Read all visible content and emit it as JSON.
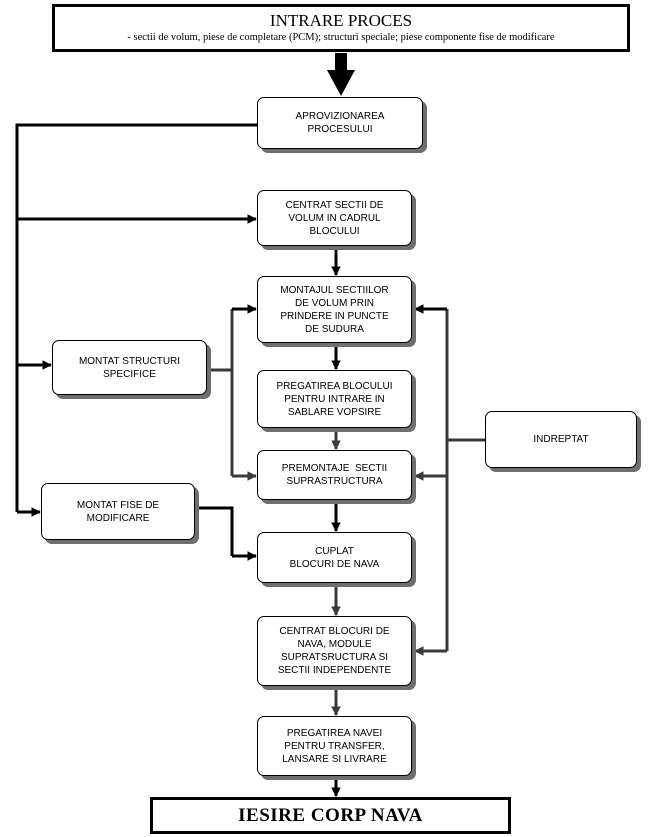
{
  "input": {
    "title": "INTRARE PROCES",
    "subtitle": "- sectii de volum, piese de completare (PCM); structuri speciale; piese componente fise de modificare"
  },
  "output": {
    "title": "IESIRE CORP NAVA"
  },
  "nodes": {
    "aprovizionare": [
      "APROVIZIONAREA",
      "PROCESULUI"
    ],
    "centrat_sectii": [
      "CENTRAT SECTII DE",
      "VOLUM IN CADRUL",
      "BLOCULUI"
    ],
    "montaj_sectii": [
      "MONTAJUL SECTIILOR",
      "DE VOLUM PRIN",
      "PRINDERE IN PUNCTE",
      "DE SUDURA"
    ],
    "pregatire_bloc": [
      "PREGATIREA BLOCULUI",
      "PENTRU INTRARE IN",
      "SABLARE VOPSIRE"
    ],
    "premontaj": [
      "PREMONTAJE  SECTII",
      "SUPRASTRUCTURA"
    ],
    "cuplat": [
      "CUPLAT",
      "BLOCURI DE NAVA"
    ],
    "centrat_blocuri": [
      "CENTRAT BLOCURI DE",
      "NAVA, MODULE",
      "SUPRATSRUCTURA SI",
      "SECTII INDEPENDENTE"
    ],
    "pregatire_nava": [
      "PREGATIREA NAVEI",
      "PENTRU TRANSFER,",
      "LANSARE SI LIVRARE"
    ],
    "structuri": [
      "MONTAT STRUCTURI",
      "SPECIFICE"
    ],
    "fise": [
      "MONTAT FISE DE",
      "MODIFICARE"
    ],
    "indreptat": [
      "INDREPTAT"
    ]
  }
}
